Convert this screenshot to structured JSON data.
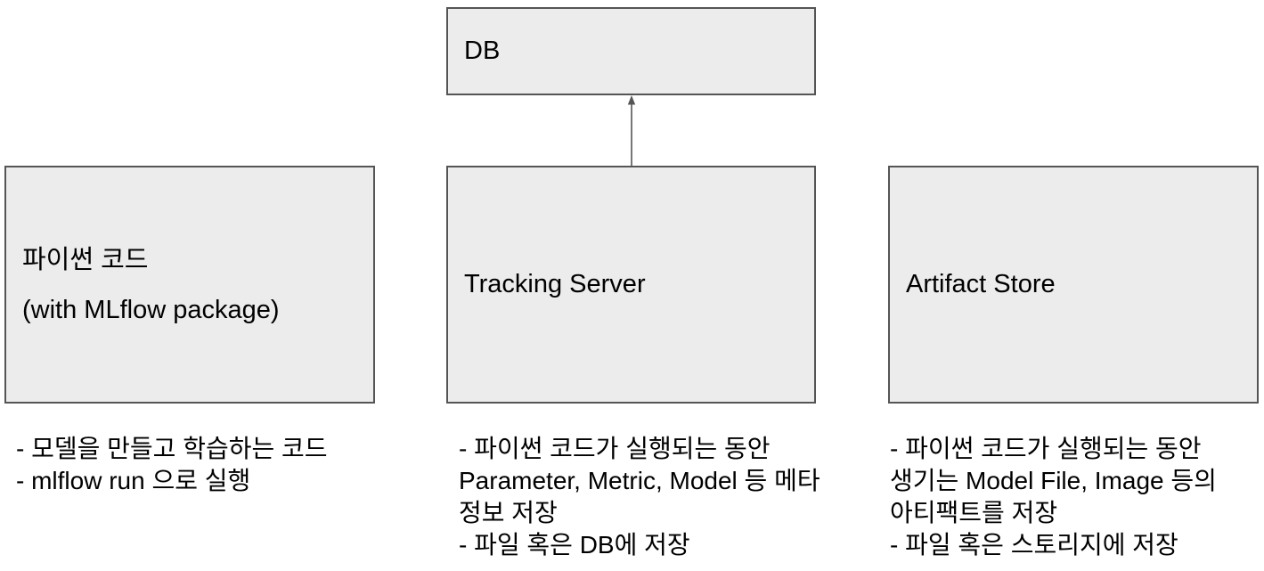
{
  "diagram": {
    "colors": {
      "background": "#ffffff",
      "box_fill": "#ececec",
      "box_border": "#555555",
      "arrow": "#555555",
      "text": "#000000"
    },
    "nodes": {
      "db": {
        "title": "DB"
      },
      "python": {
        "title_line1": "파이썬 코드",
        "title_line2": "(with MLflow package)"
      },
      "tracking": {
        "title": "Tracking Server"
      },
      "artifact": {
        "title": "Artifact Store"
      }
    },
    "arrow": {
      "from": "tracking-server",
      "to": "db",
      "direction": "up"
    },
    "notes": {
      "python": [
        "- 모델을 만들고 학습하는 코드",
        "- mlflow run 으로 실행"
      ],
      "tracking": [
        "- 파이썬 코드가 실행되는 동안",
        "Parameter, Metric, Model 등 메타",
        "정보 저장",
        "- 파일 혹은 DB에 저장"
      ],
      "artifact": [
        "- 파이썬 코드가 실행되는 동안",
        "생기는 Model File, Image 등의",
        "아티팩트를 저장",
        "- 파일 혹은 스토리지에 저장"
      ]
    }
  }
}
